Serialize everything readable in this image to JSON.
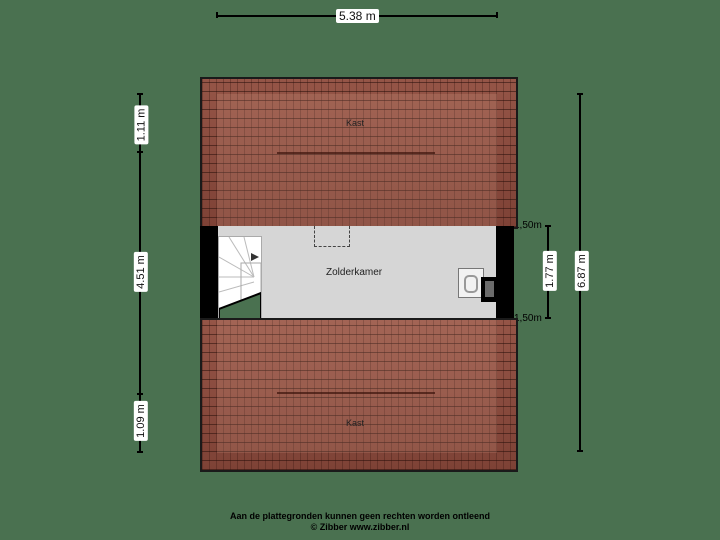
{
  "floorplan": {
    "dimensions": {
      "top_width": "5.38 m",
      "left_top": "1.11 m",
      "left_middle": "4.51 m",
      "left_bottom": "1.09 m",
      "right_inner": "1.77 m",
      "right_total": "6.87 m",
      "height_mark_top": "1,50m",
      "height_mark_bottom": "1,50m"
    },
    "rooms": {
      "top": "Kast",
      "middle": "Zolderkamer",
      "bottom": "Kast"
    },
    "colors": {
      "background": "#4a7150",
      "roof": "#8a4d40",
      "room_floor": "#d6d6d6",
      "wall": "#000000"
    }
  },
  "footer": {
    "disclaimer": "Aan de plattegronden kunnen geen rechten worden ontleend",
    "copyright": "© Zibber www.zibber.nl"
  }
}
